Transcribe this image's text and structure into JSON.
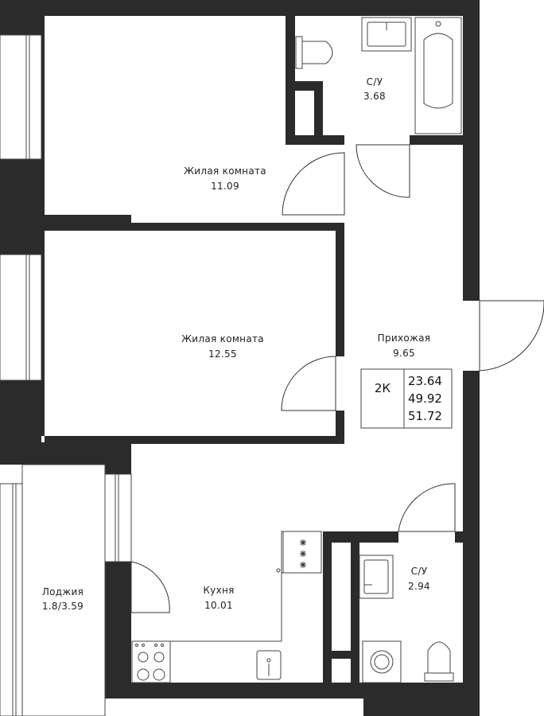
{
  "rooms": {
    "bathroom1": {
      "name": "С/У",
      "area": "3.68"
    },
    "bedroom1": {
      "name": "Жилая комната",
      "area": "11.09"
    },
    "bedroom2": {
      "name": "Жилая комната",
      "area": "12.55"
    },
    "hallway": {
      "name": "Прихожая",
      "area": "9.65"
    },
    "bathroom2": {
      "name": "С/У",
      "area": "2.94"
    },
    "kitchen": {
      "name": "Кухня",
      "area": "10.01"
    },
    "loggia": {
      "name": "Лоджия",
      "area": "1.8/3.59"
    }
  },
  "summary": {
    "type": "2К",
    "living_area": "23.64",
    "total_area": "49.92",
    "total_with_loggia": "51.72"
  },
  "colors": {
    "wall": "#2b2b2b",
    "fixture": "#444444",
    "background": "#ffffff"
  }
}
